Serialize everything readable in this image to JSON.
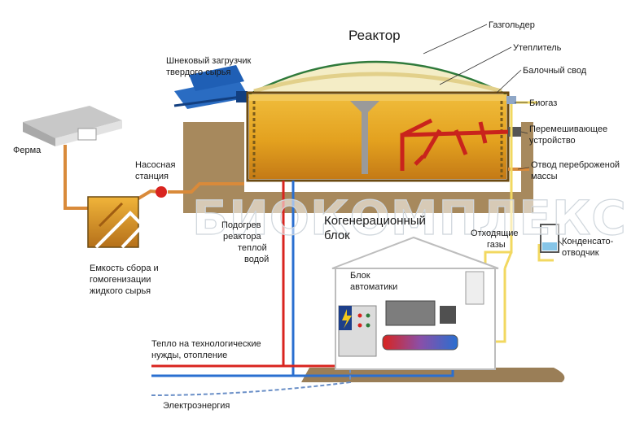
{
  "labels": {
    "reactor": "Реактор",
    "gasholder": "Газгольдер",
    "insulation": "Утеплитель",
    "beam_vault": "Балочный свод",
    "biogas": "Биогаз",
    "mixer_l1": "Перемешивающее",
    "mixer_l2": "устройство",
    "removal_l1": "Отвод переброженой",
    "removal_l2": "массы",
    "screw_l1": "Шнековый загрузчик",
    "screw_l2": "твердого сырья",
    "farm": "Ферма",
    "pump_l1": "Насосная",
    "pump_l2": "станция",
    "heating_l1": "Подогрев",
    "heating_l2": "реактора",
    "heating_l3": "теплой",
    "heating_l4": "водой",
    "cogen_l1": "Когенерационный",
    "cogen_l2": "блок",
    "exhaust_l1": "Отходящие",
    "exhaust_l2": "газы",
    "condensate_l1": "Конденсато-",
    "condensate_l2": "отводчик",
    "tank_l1": "Емкость сбора и",
    "tank_l2": "гомогенизации",
    "tank_l3": "жидкого сырья",
    "automation_l1": "Блок",
    "automation_l2": "автоматики",
    "heat_l1": "Тепло на технологические",
    "heat_l2": "нужды, отопление",
    "electricity": "Электроэнергия"
  },
  "watermark": "БИОКОМПЛЕКС",
  "colors": {
    "substrate": "#e3a11f",
    "substrate_dark": "#b86a12",
    "gas_dome": "#f4edc6",
    "dome_line": "#2f7a3b",
    "wall": "#7a5a1a",
    "pipe_feed": "#d98a3a",
    "pipe_hot": "#d9241f",
    "pipe_cold": "#2a6fd0",
    "pipe_gas": "#f2d860",
    "pipe_condensate": "#86c5e8",
    "soil": "#9a7e57",
    "screw_loader": "#1f5fb5",
    "mixer": "#c9231c"
  }
}
